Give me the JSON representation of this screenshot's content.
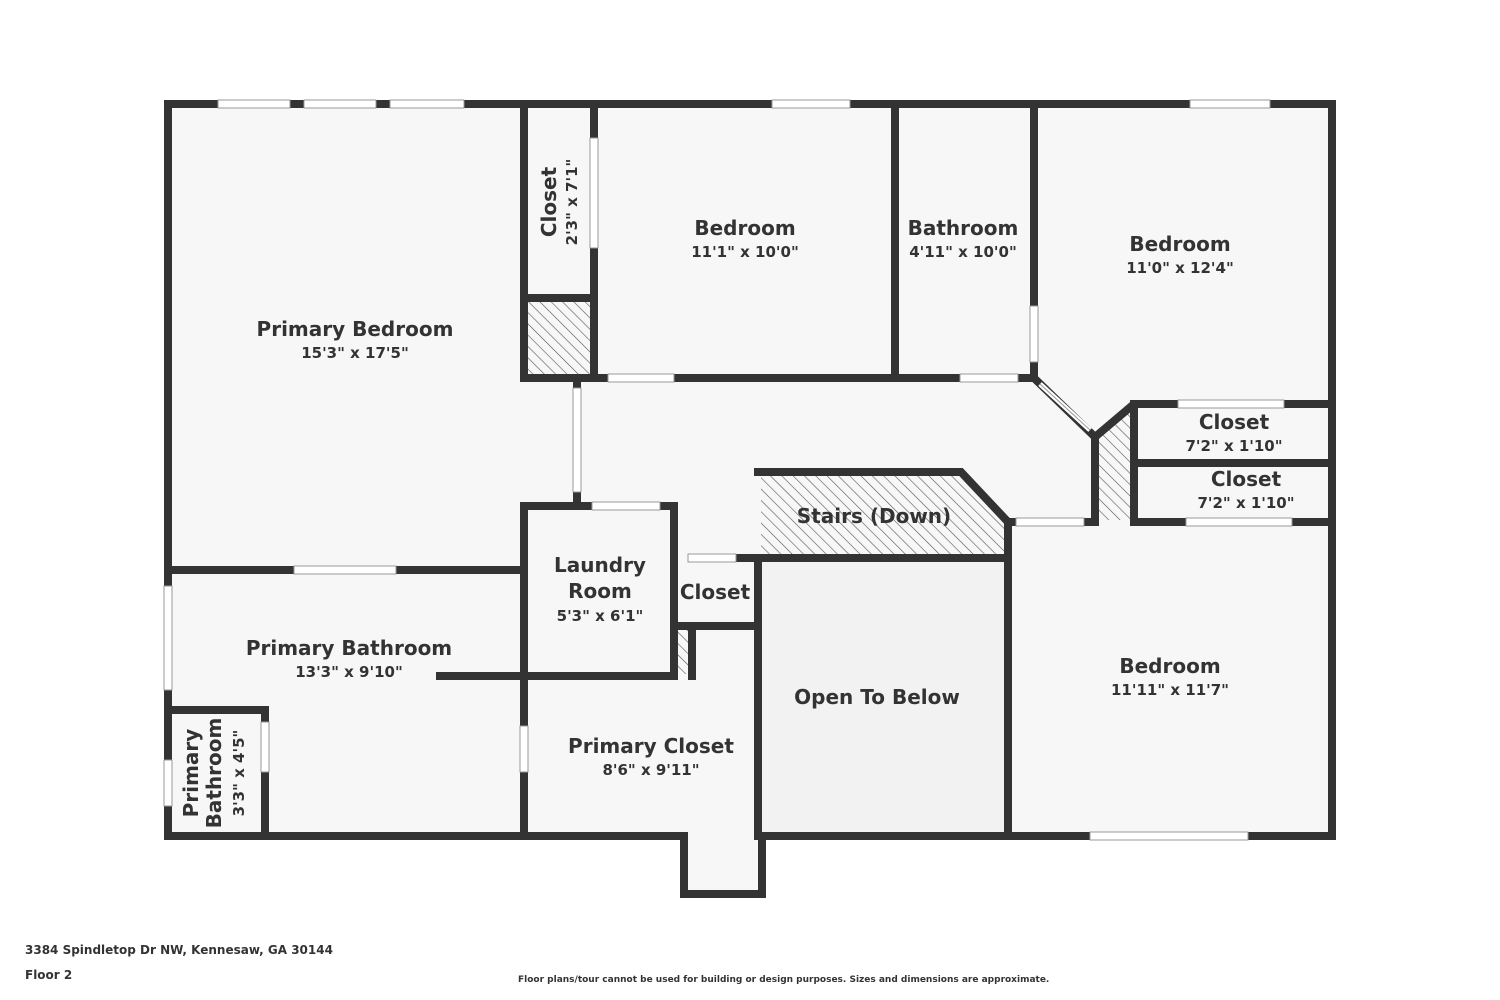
{
  "colors": {
    "wall": "#333333",
    "floor": "#f7f7f7",
    "open_below": "#f2f2f2",
    "window": "#ffffff",
    "text": "#333333"
  },
  "rooms": {
    "primary_bedroom": {
      "name": "Primary Bedroom",
      "dims": "15'3\" x 17'5\""
    },
    "closet_small": {
      "name": "Closet",
      "dims": "2'3\" x 7'1\""
    },
    "bedroom_1": {
      "name": "Bedroom",
      "dims": "11'1\" x 10'0\""
    },
    "bathroom": {
      "name": "Bathroom",
      "dims": "4'11\" x 10'0\""
    },
    "bedroom_2": {
      "name": "Bedroom",
      "dims": "11'0\" x 12'4\""
    },
    "closet_upper": {
      "name": "Closet",
      "dims": "7'2\" x 1'10\""
    },
    "closet_lower": {
      "name": "Closet",
      "dims": "7'2\" x 1'10\""
    },
    "stairs": {
      "name": "Stairs (Down)"
    },
    "laundry": {
      "name_line1": "Laundry",
      "name_line2": "Room",
      "dims": "5'3\" x 6'1\""
    },
    "closet_hall": {
      "name": "Closet"
    },
    "primary_bathroom": {
      "name": "Primary Bathroom",
      "dims": "13'3\" x 9'10\""
    },
    "primary_half_bath": {
      "name_line1": "Primary",
      "name_line2": "Bathroom",
      "dims": "3'3\" x 4'5\""
    },
    "primary_closet": {
      "name": "Primary Closet",
      "dims": "8'6\" x 9'11\""
    },
    "open_to_below": {
      "name": "Open To Below"
    },
    "bedroom_3": {
      "name": "Bedroom",
      "dims": "11'11\" x 11'7\""
    }
  },
  "footer": {
    "address": "3384 Spindletop Dr NW, Kennesaw, GA 30144",
    "floor": "Floor 2",
    "disclaimer": "Floor plans/tour cannot be used for building or design purposes. Sizes and dimensions are approximate."
  }
}
